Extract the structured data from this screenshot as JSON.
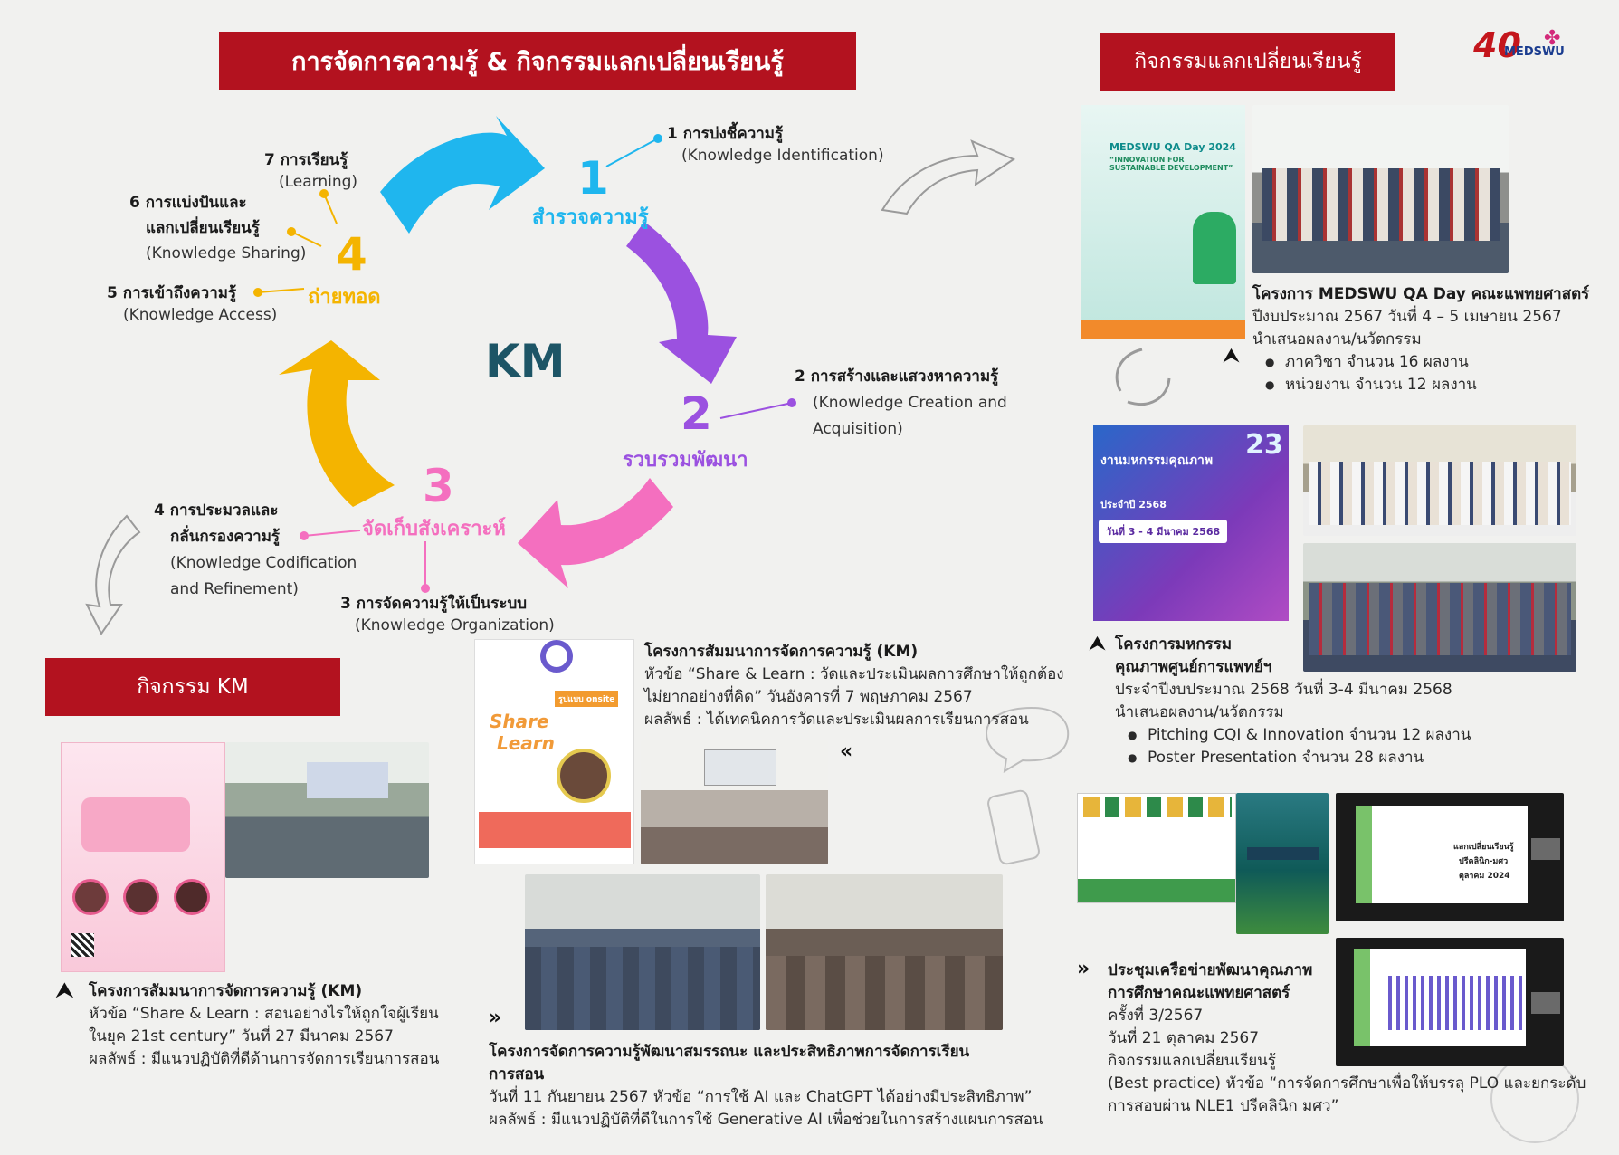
{
  "header": {
    "main_title": "การจัดการความรู้ & กิจกรรมแลกเปลี่ยนเรียนรู้",
    "right_title": "กิจกรรมแลกเปลี่ยนเรียนรู้",
    "km_banner": "กิจกรรม KM",
    "logo_number": "40",
    "logo_text": "MEDSWU"
  },
  "km_cycle": {
    "center": "KM",
    "stages": [
      {
        "number": "1",
        "name": "สำรวจความรู้",
        "color": "#1fb6ee"
      },
      {
        "number": "2",
        "name": "รวบรวมพัฒนา",
        "color": "#9b51e0"
      },
      {
        "number": "3",
        "name": "จัดเก็บสังเคราะห์",
        "color": "#f46fbf"
      },
      {
        "number": "4",
        "name": "ถ่ายทอด",
        "color": "#f4b400"
      }
    ],
    "steps": [
      {
        "th": "1 การบ่งชี้ความรู้",
        "en": "(Knowledge Identification)"
      },
      {
        "th": "2 การสร้างและแสวงหาความรู้",
        "en1": "(Knowledge Creation and",
        "en2": "Acquisition)"
      },
      {
        "th": "3 การจัดความรู้ให้เป็นระบบ",
        "en": "(Knowledge Organization)"
      },
      {
        "th1": "4 การประมวลและ",
        "th2": "กลั่นกรองความรู้",
        "en1": "(Knowledge Codification",
        "en2": "and Refinement)"
      },
      {
        "th": "5 การเข้าถึงความรู้",
        "en": "(Knowledge Access)"
      },
      {
        "th1": "6 การแบ่งปันและ",
        "th2": "แลกเปลี่ยนเรียนรู้",
        "en": "(Knowledge Sharing)"
      },
      {
        "th": "7 การเรียนรู้",
        "en": "(Learning)"
      }
    ]
  },
  "km_activities": {
    "project1": {
      "title": "โครงการสัมมนาการจัดการความรู้ (KM)",
      "line1": "หัวข้อ “Share & Learn : สอนอย่างไรให้ถูกใจผู้เรียน",
      "line2": "ในยุค 21st century” วันที่ 27 มีนาคม 2567",
      "line3": "ผลลัพธ์ : มีแนวปฏิบัติที่ดีด้านการจัดการเรียนการสอน"
    },
    "project2": {
      "title": "โครงการสัมมนาการจัดการความรู้ (KM)",
      "line1": "หัวข้อ “Share & Learn : วัดและประเมินผลการศึกษาให้ถูกต้อง",
      "line2": "ไม่ยากอย่างที่คิด” วันอังคารที่ 7 พฤษภาคม 2567",
      "line3": "ผลลัพธ์ : ได้เทคนิคการวัดและประเมินผลการเรียนการสอน"
    },
    "project3": {
      "title1": "โครงการจัดการความรู้พัฒนาสมรรถนะ และประสิทธิภาพการจัดการเรียน",
      "title2": "การสอน",
      "line1": "วันที่ 11 กันยายน 2567 หัวข้อ “การใช้ AI และ ChatGPT ได้อย่างมีประสิทธิภาพ”",
      "line2": "ผลลัพธ์ : มีแนวปฏิบัติที่ดีในการใช้ Generative AI เพื่อช่วยในการสร้างแผนการสอน"
    }
  },
  "exchange": {
    "qa_day": {
      "title": "โครงการ MEDSWU QA Day คณะแพทยศาสตร์",
      "line1": "ปีงบประมาณ 2567 วันที่ 4 – 5 เมษายน 2567",
      "line2": "นำเสนอผลงาน/นวัตกรรม",
      "bullets": [
        "ภาควิชา จำนวน 16 ผลงาน",
        "หน่วยงาน จำนวน 12 ผลงาน"
      ]
    },
    "quality_fair": {
      "title1": "โครงการมหกรรม",
      "title2": "คุณภาพศูนย์การแพทย์ฯ",
      "line1": "ประจำปีงบประมาณ 2568 วันที่ 3-4 มีนาคม 2568",
      "line2": "นำเสนอผลงาน/นวัตกรรม",
      "bullets": [
        "Pitching CQI & Innovation จำนวน 12 ผลงาน",
        "Poster Presentation จำนวน 28 ผลงาน"
      ]
    },
    "network": {
      "title1": "ประชุมเครือข่ายพัฒนาคุณภาพ",
      "title2": "การศึกษาคณะแพทยศาสตร์",
      "line1": "ครั้งที่ 3/2567",
      "line2": "วันที่ 21 ตุลาคม 2567",
      "line3": "กิจกรรมแลกเปลี่ยนเรียนรู้",
      "line4": "(Best practice) หัวข้อ “การจัดการศึกษาเพื่อให้บรรลุ PLO และยกระดับ",
      "line5": "การสอบผ่าน NLE1 ปรีคลินิก มศว”"
    }
  },
  "posters": {
    "qa_heading": "MEDSWU QA Day 2024",
    "qa_sub": "“INNOVATION FOR SUSTAINABLE DEVELOPMENT”",
    "fair_heading": "งานมหกรรมคุณภาพ",
    "fair_sub": "ประจำปี 2568",
    "fair_date": "วันที่ 3 - 4 มีนาคม 2568",
    "fair_num": "23",
    "share_word": "Share",
    "learn_word": "Learn",
    "onsite": "รูปแบบ onsite",
    "screen_title": "แลกเปลี่ยนเรียนรู้",
    "screen_sub": "ปรีคลินิก-มศว",
    "screen_date": "ตุลาคม 2024"
  }
}
